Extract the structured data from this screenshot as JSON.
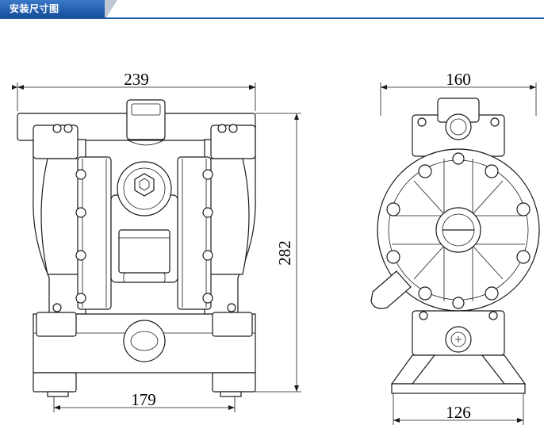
{
  "header": {
    "title": "安装尺寸图",
    "accent_color": "#1e5aa8"
  },
  "dimensions": {
    "front_top_width": "239",
    "front_bottom_width": "179",
    "front_height": "282",
    "side_top_width": "160",
    "side_bottom_width": "126"
  }
}
